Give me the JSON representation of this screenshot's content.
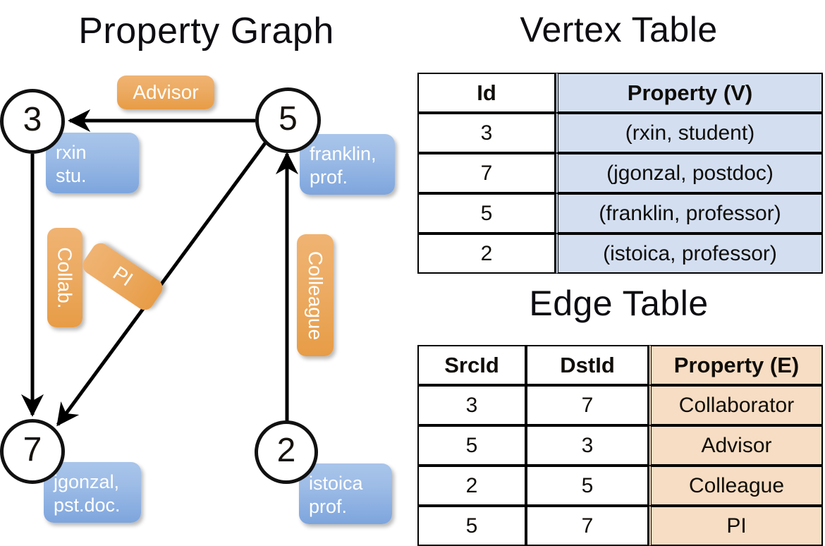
{
  "titles": {
    "property_graph": "Property Graph",
    "vertex_table": "Vertex Table",
    "edge_table": "Edge Table"
  },
  "graph": {
    "nodes": [
      {
        "id": "3",
        "property": "rxin\nstu."
      },
      {
        "id": "5",
        "property": "franklin,\nprof."
      },
      {
        "id": "7",
        "property": "jgonzal,\npst.doc."
      },
      {
        "id": "2",
        "property": "istoica\nprof."
      }
    ],
    "edge_labels": [
      {
        "label": "Advisor",
        "src": "5",
        "dst": "3"
      },
      {
        "label": "Collab.",
        "src": "3",
        "dst": "7"
      },
      {
        "label": "PI",
        "src": "5",
        "dst": "7"
      },
      {
        "label": "Colleague",
        "src": "2",
        "dst": "5"
      }
    ]
  },
  "vertex_table": {
    "headers": [
      "Id",
      "Property (V)"
    ],
    "rows": [
      {
        "id": "3",
        "property": "(rxin, student)"
      },
      {
        "id": "7",
        "property": "(jgonzal, postdoc)"
      },
      {
        "id": "5",
        "property": "(franklin, professor)"
      },
      {
        "id": "2",
        "property": "(istoica, professor)"
      }
    ]
  },
  "edge_table": {
    "headers": [
      "SrcId",
      "DstId",
      "Property (E)"
    ],
    "rows": [
      {
        "src": "3",
        "dst": "7",
        "property": "Collaborator"
      },
      {
        "src": "5",
        "dst": "3",
        "property": "Advisor"
      },
      {
        "src": "2",
        "dst": "5",
        "property": "Colleague"
      },
      {
        "src": "5",
        "dst": "7",
        "property": "PI"
      }
    ]
  },
  "colors": {
    "vertex_property_fill": "#d3dff1",
    "edge_property_fill": "#f6ddc3",
    "node_chip_blue": "#9cbbe6",
    "edge_chip_orange": "#eca95f",
    "stroke": "#000000",
    "background": "#ffffff"
  }
}
